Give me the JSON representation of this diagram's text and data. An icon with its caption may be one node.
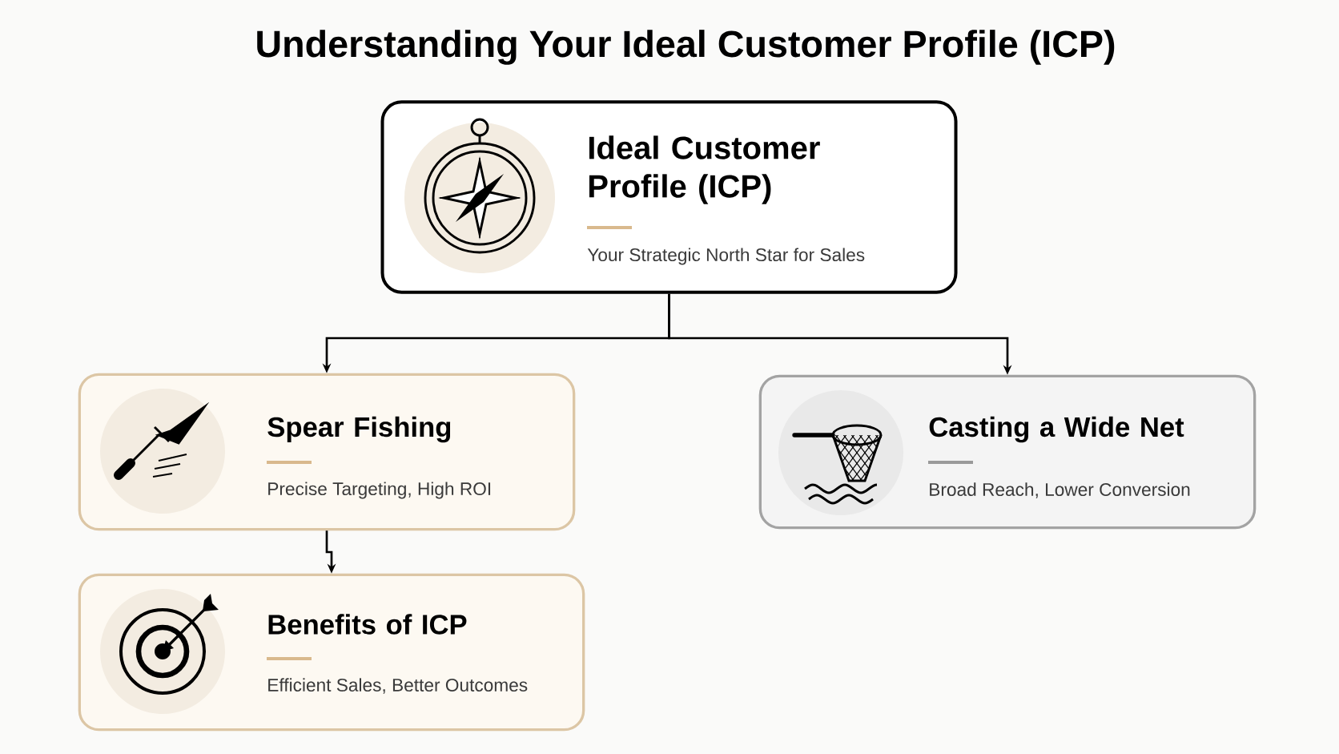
{
  "diagram": {
    "title": "Understanding Your Ideal Customer Profile (ICP)",
    "nodes": [
      {
        "text": [
          "Ideal Customer Profile (ICP)",
          "Your Strategic North Star for Sales"
        ]
      },
      {
        "text": [
          "Spear Fishing",
          "Precise Targeting, High ROI"
        ]
      },
      {
        "text": [
          "Casting a Wide Net",
          "Broad Reach, Lower Conversion"
        ]
      },
      {
        "text": [
          "Benefits of ICP",
          "Efficient Sales, Better Outcomes"
        ]
      }
    ],
    "edges": [
      {
        "from": 0,
        "to": 1,
        "arrow": "to"
      },
      {
        "from": 0,
        "to": 2,
        "arrow": "to"
      },
      {
        "from": 1,
        "to": 3,
        "arrow": "to"
      }
    ]
  }
}
